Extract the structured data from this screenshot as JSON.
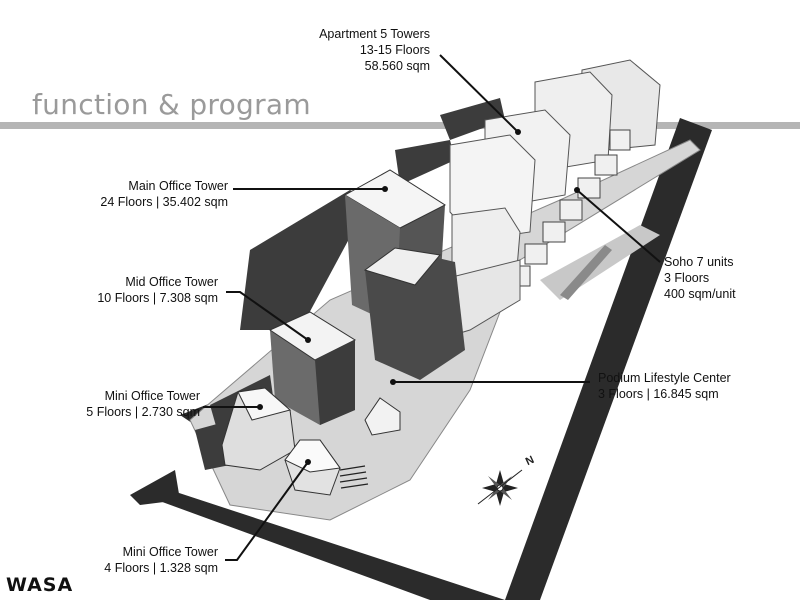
{
  "title": "function & program",
  "labels": {
    "apartment": [
      "Apartment 5 Towers",
      "13-15 Floors",
      "58.560 sqm"
    ],
    "main_office": [
      "Main Office Tower",
      "24 Floors | 35.402 sqm"
    ],
    "mid_office": [
      "Mid Office Tower",
      "10 Floors | 7.308 sqm"
    ],
    "mini_office_5": [
      "Mini Office Tower",
      "5 Floors | 2.730 sqm"
    ],
    "mini_office_4": [
      "Mini Office Tower",
      "4 Floors | 1.328 sqm"
    ],
    "soho": [
      "Soho 7 units",
      "3 Floors",
      "400 sqm/unit"
    ],
    "podium": [
      "Podium Lifestyle Center",
      "3 Floors | 16.845 sqm"
    ]
  },
  "compass_label": "N",
  "logo": "WASA",
  "colors": {
    "title": "#9a9a9a",
    "rule": "#b5b5b5",
    "road": "#2a2a2a",
    "site": "#d2d2d2",
    "shadow": "#3a3a3a"
  }
}
